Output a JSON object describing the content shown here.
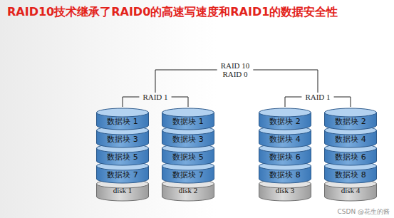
{
  "diagram": {
    "title": "RAID10技术继承了RAID0的高速写速度和RAID1的数据安全性",
    "nodes": [
      {
        "text": [
          "RAID 10",
          "RAID 0"
        ]
      },
      {
        "text": [
          "RAID 1"
        ]
      },
      {
        "text": [
          "RAID 1"
        ]
      },
      {
        "text": [
          "disk 1"
        ]
      },
      {
        "text": [
          "数据块 1"
        ],
        "in": 3
      },
      {
        "text": [
          "数据块 3"
        ],
        "in": 3
      },
      {
        "text": [
          "数据块 5"
        ],
        "in": 3
      },
      {
        "text": [
          "数据块 7"
        ],
        "in": 3
      },
      {
        "text": [
          "disk 2"
        ]
      },
      {
        "text": [
          "数据块 1"
        ],
        "in": 8
      },
      {
        "text": [
          "数据块 3"
        ],
        "in": 8
      },
      {
        "text": [
          "数据块 5"
        ],
        "in": 8
      },
      {
        "text": [
          "数据块 7"
        ],
        "in": 8
      },
      {
        "text": [
          "disk 3"
        ]
      },
      {
        "text": [
          "数据块 2"
        ],
        "in": 13
      },
      {
        "text": [
          "数据块 4"
        ],
        "in": 13
      },
      {
        "text": [
          "数据块 6"
        ],
        "in": 13
      },
      {
        "text": [
          "数据块 8"
        ],
        "in": 13
      },
      {
        "text": [
          "disk 4"
        ]
      },
      {
        "text": [
          "数据块 2"
        ],
        "in": 18
      },
      {
        "text": [
          "数据块 4"
        ],
        "in": 18
      },
      {
        "text": [
          "数据块 6"
        ],
        "in": 18
      },
      {
        "text": [
          "数据块 8"
        ],
        "in": 18
      }
    ],
    "edges": [
      {
        "from": 0,
        "to": 1,
        "arrow": "none"
      },
      {
        "from": 0,
        "to": 2,
        "arrow": "none"
      },
      {
        "from": 1,
        "to": 3,
        "arrow": "none"
      },
      {
        "from": 1,
        "to": 8,
        "arrow": "none"
      },
      {
        "from": 2,
        "to": 13,
        "arrow": "none"
      },
      {
        "from": 2,
        "to": 18,
        "arrow": "none"
      }
    ],
    "labels": [
      "CSDN @花生的酱"
    ]
  }
}
